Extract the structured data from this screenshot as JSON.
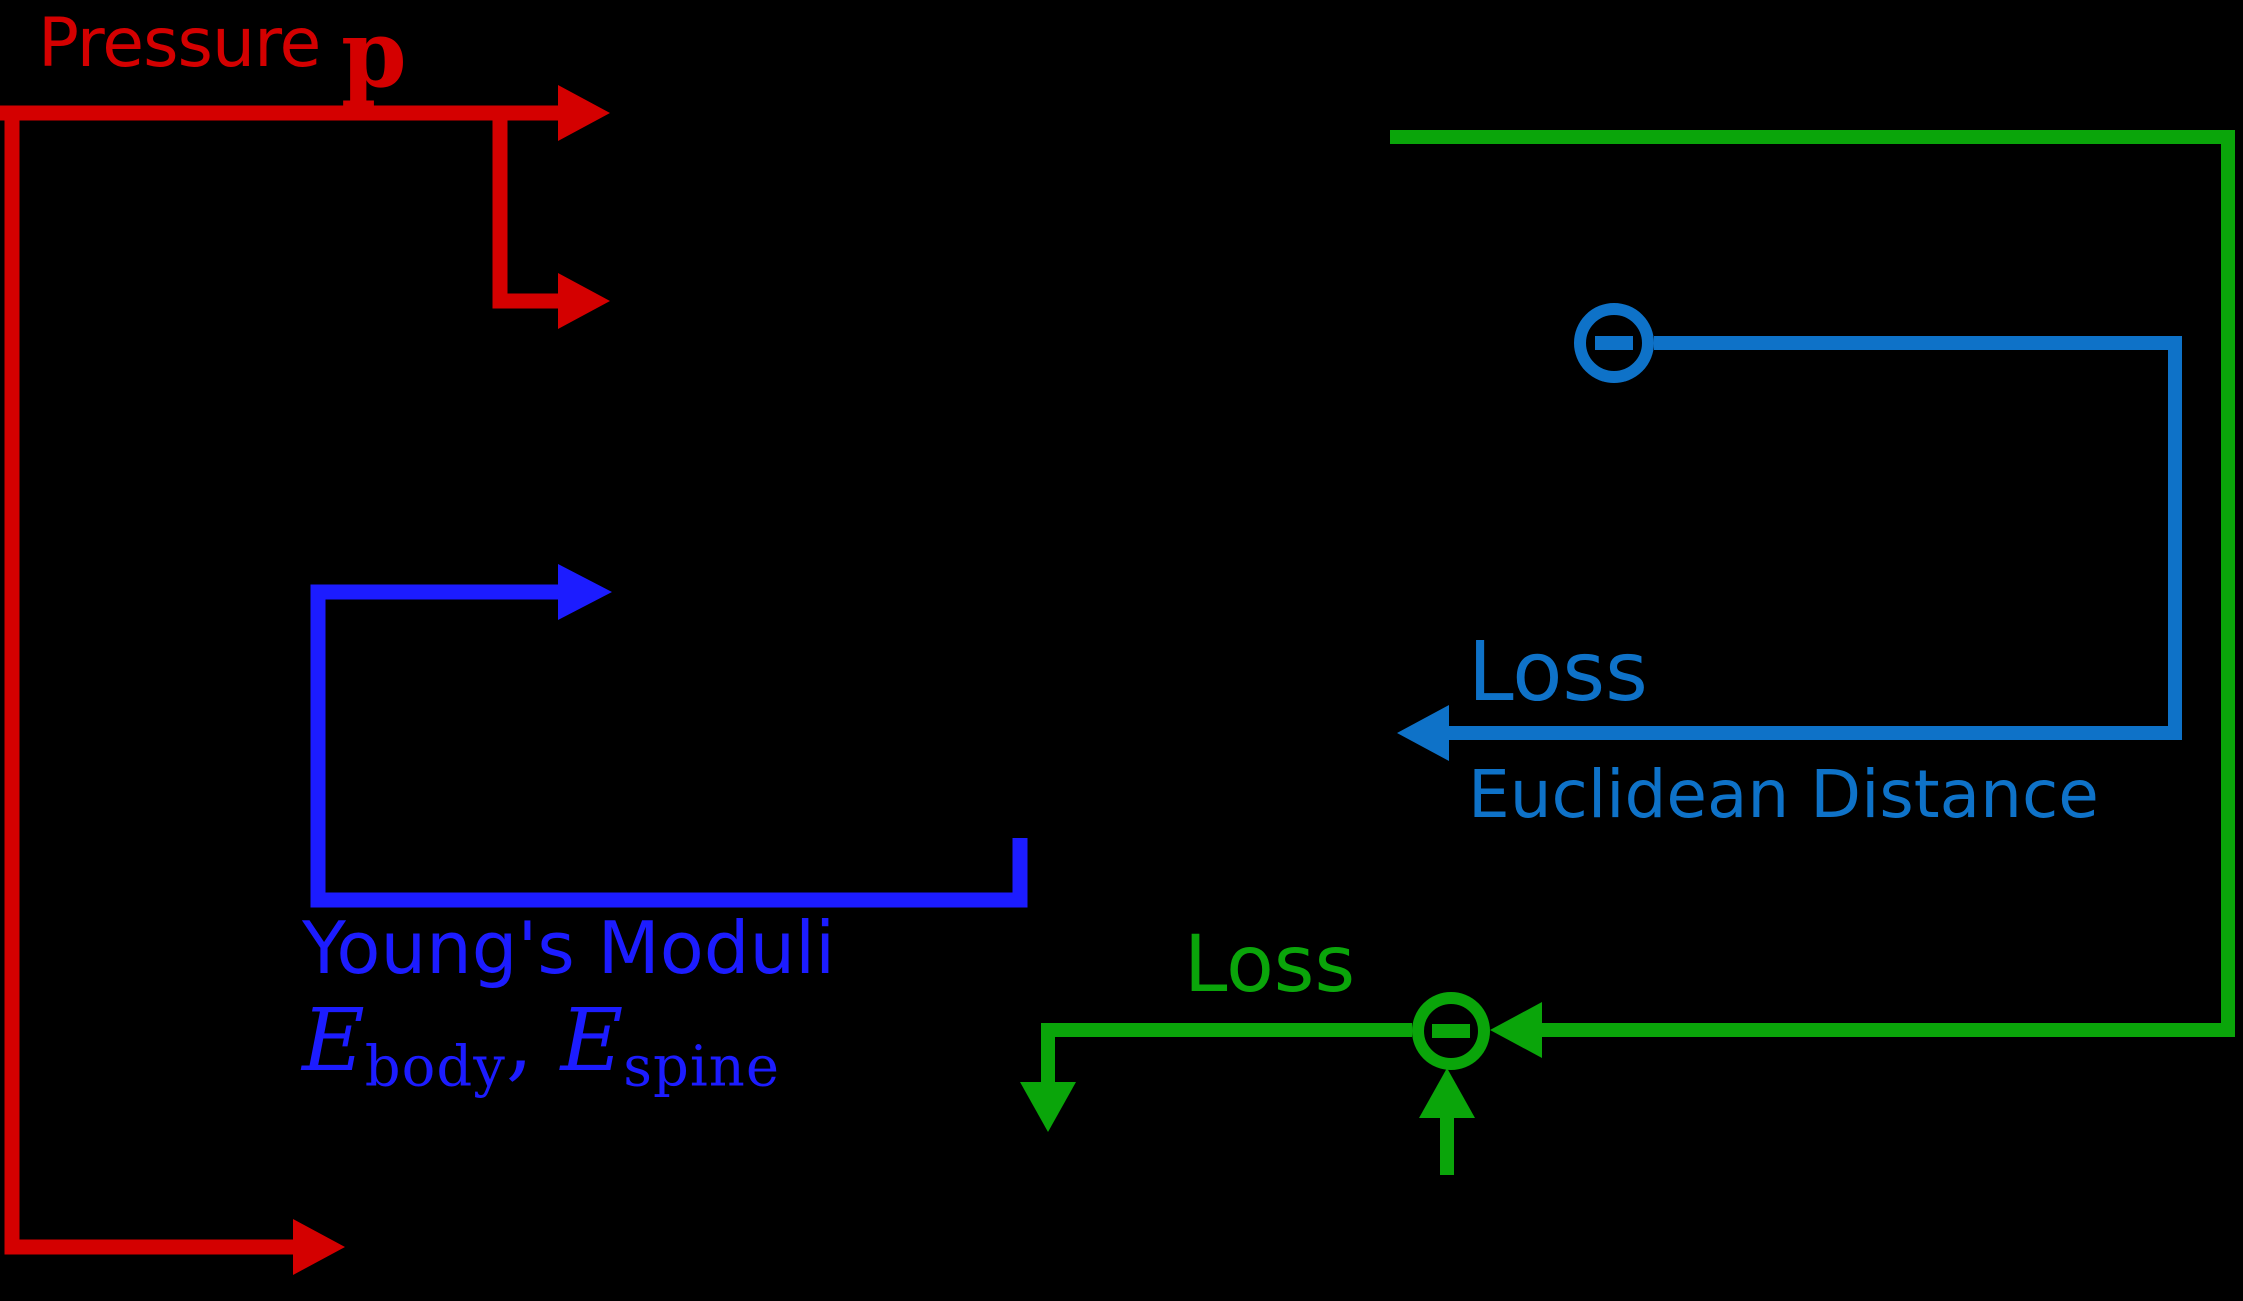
{
  "figure": {
    "background": "#000000",
    "colors": {
      "pressure_red": "#d40000",
      "moduli_blue": "#1c1cff",
      "loss_blue": "#0e72c8",
      "loss_green": "#0aa50a"
    },
    "labels": {
      "pressure_word": "Pressure",
      "pressure_symbol": "p",
      "loss_blue": "Loss",
      "loss_blue_metric": "Euclidean Distance",
      "loss_green": "Loss",
      "moduli_title": "Young's Moduli",
      "formula": {
        "E1": "E",
        "sub1": "body",
        "sep": ", ",
        "E2": "E",
        "sub2": "spine"
      }
    },
    "icons": {
      "minus_node_blue": "minus-in-circle",
      "minus_node_green": "minus-in-circle"
    }
  }
}
